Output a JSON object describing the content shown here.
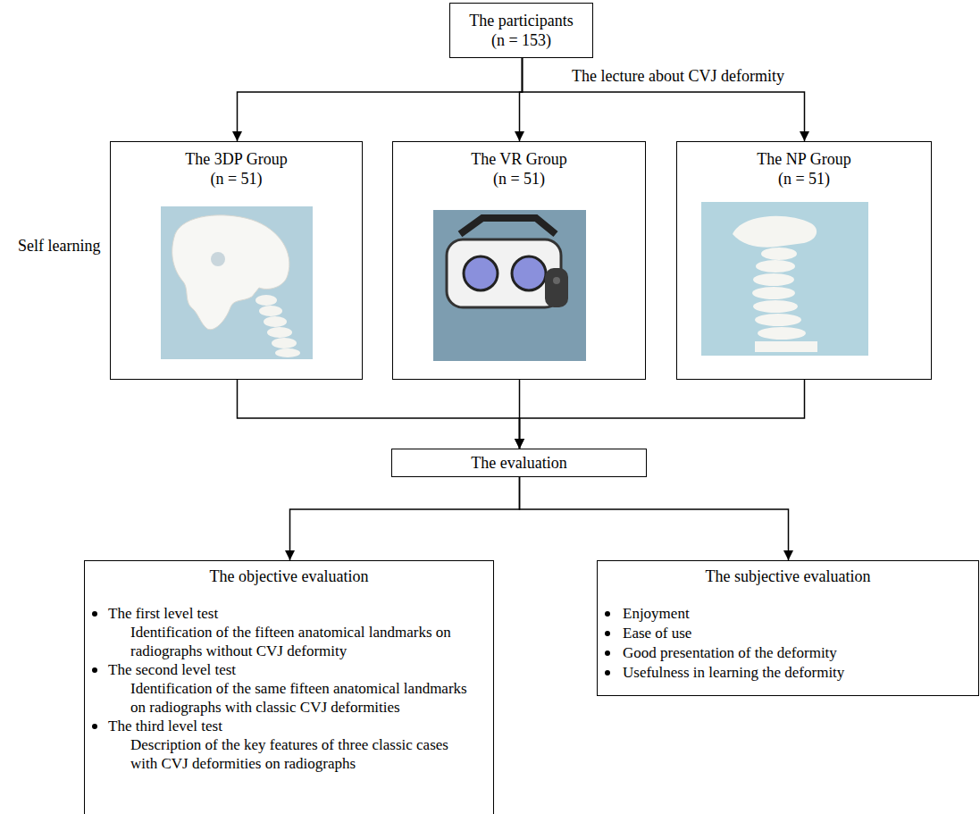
{
  "diagram": {
    "nodes": [
      {
        "text": [
          "The participants",
          "(n = 153)"
        ]
      },
      {
        "text": [
          "The 3DP Group",
          "(n = 51)"
        ]
      },
      {
        "text": [
          "The VR Group",
          "(n = 51)"
        ]
      },
      {
        "text": [
          "The NP Group",
          "(n = 51)"
        ]
      },
      {
        "text": [
          "The evaluation"
        ]
      },
      {
        "text": [
          "The objective evaluation",
          "The first level test",
          "Identification of the fifteen anatomical landmarks on radiographs without CVJ deformity",
          "The second level test",
          "Identification of the same fifteen anatomical landmarks on radiographs with classic CVJ deformities",
          "The third level test",
          "Description of the key features of three classic cases with CVJ deformities on radiographs"
        ]
      },
      {
        "text": [
          "The subjective evaluation",
          "Enjoyment",
          "Ease of use",
          "Good presentation of the deformity",
          "Usefulness in learning the deformity"
        ]
      }
    ],
    "edges": [
      {
        "from": 0,
        "to": 1,
        "arrow": "to"
      },
      {
        "from": 0,
        "to": 2,
        "arrow": "to"
      },
      {
        "from": 0,
        "to": 3,
        "arrow": "to"
      },
      {
        "from": 1,
        "to": 4,
        "arrow": "to"
      },
      {
        "from": 2,
        "to": 4,
        "arrow": "to"
      },
      {
        "from": 3,
        "to": 4,
        "arrow": "to"
      },
      {
        "from": 4,
        "to": 5,
        "arrow": "to"
      },
      {
        "from": 4,
        "to": 6,
        "arrow": "to"
      }
    ],
    "labels": [
      "The lecture about CVJ deformity",
      "Self learning"
    ]
  }
}
